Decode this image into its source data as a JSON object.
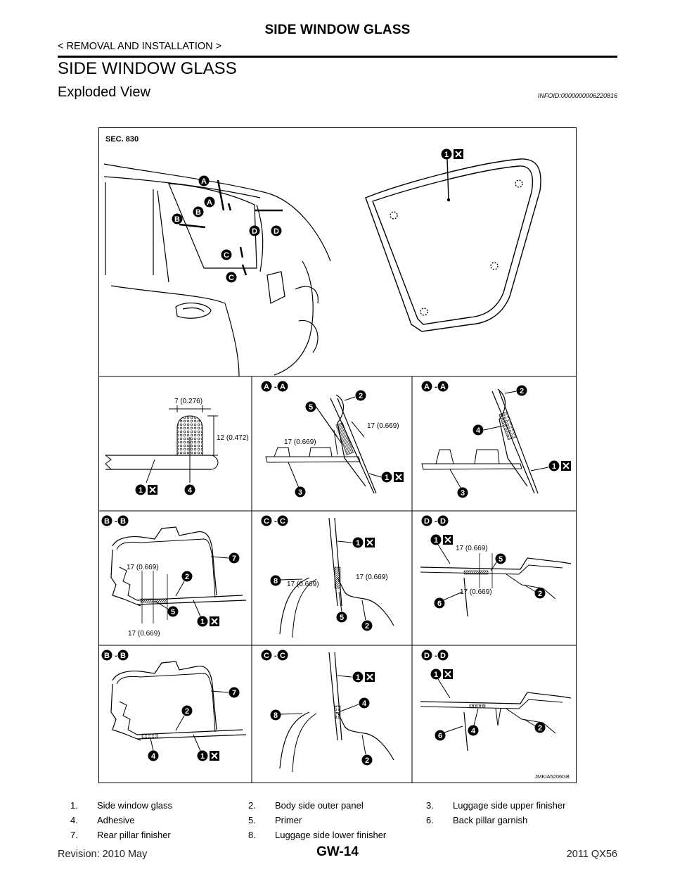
{
  "header": {
    "title": "SIDE WINDOW GLASS",
    "breadcrumb": "< REMOVAL AND INSTALLATION >"
  },
  "section": {
    "title": "SIDE WINDOW GLASS",
    "subtitle": "Exploded View",
    "info_id": "INFOID:0000000006220816"
  },
  "figure": {
    "sec_label": "SEC. 830",
    "image_code": "JMKIA5206GB",
    "dims": {
      "d7": "7 (0.276)",
      "d12": "12 (0.472)",
      "d17": "17 (0.669)"
    },
    "section_labels": {
      "A": "A",
      "B": "B",
      "C": "C",
      "D": "D",
      "dash": "-"
    },
    "callouts": [
      "1",
      "2",
      "3",
      "4",
      "5",
      "6",
      "7",
      "8"
    ]
  },
  "legend": [
    [
      {
        "num": "1.",
        "text": "Side window glass"
      },
      {
        "num": "2.",
        "text": "Body side outer panel"
      },
      {
        "num": "3.",
        "text": "Luggage side upper finisher"
      }
    ],
    [
      {
        "num": "4.",
        "text": "Adhesive"
      },
      {
        "num": "5.",
        "text": "Primer"
      },
      {
        "num": "6.",
        "text": "Back pillar garnish"
      }
    ],
    [
      {
        "num": "7.",
        "text": "Rear pillar finisher"
      },
      {
        "num": "8.",
        "text": "Luggage side lower finisher"
      },
      {
        "num": "",
        "text": ""
      }
    ]
  ],
  "footer": {
    "revision": "Revision: 2010 May",
    "page": "GW-14",
    "model": "2011 QX56"
  }
}
